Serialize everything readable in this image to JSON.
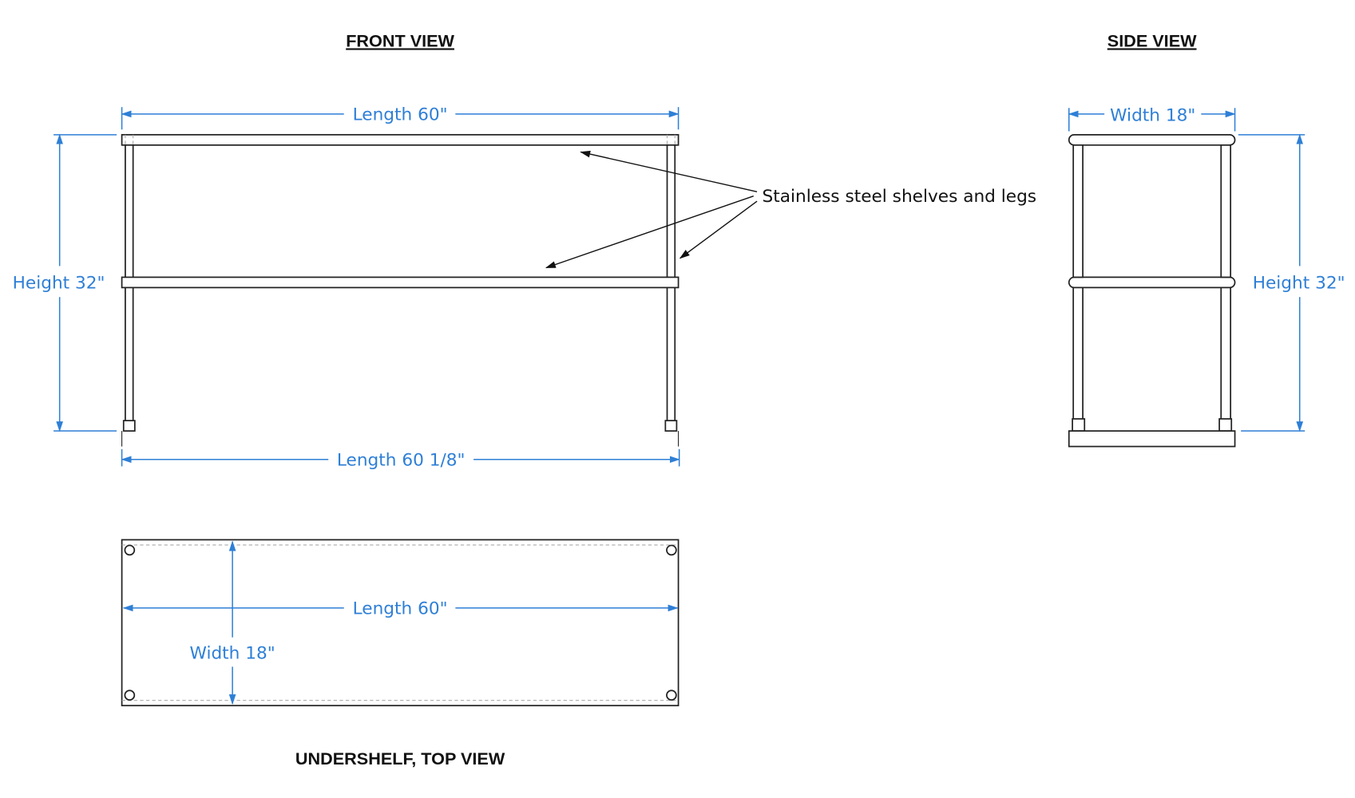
{
  "titles": {
    "front": "FRONT VIEW",
    "side": "SIDE VIEW",
    "top": "UNDERSHELF, TOP VIEW"
  },
  "front_view": {
    "length_top": "Length 60\"",
    "length_bottom": "Length 60 1/8\"",
    "height": "Height 32\""
  },
  "side_view": {
    "width": "Width 18\"",
    "height": "Height 32\""
  },
  "top_view": {
    "length": "Length 60\"",
    "width": "Width 18\""
  },
  "note": "Stainless steel shelves and legs",
  "colors": {
    "dimension": "#2e7fd6",
    "line": "#222222"
  }
}
